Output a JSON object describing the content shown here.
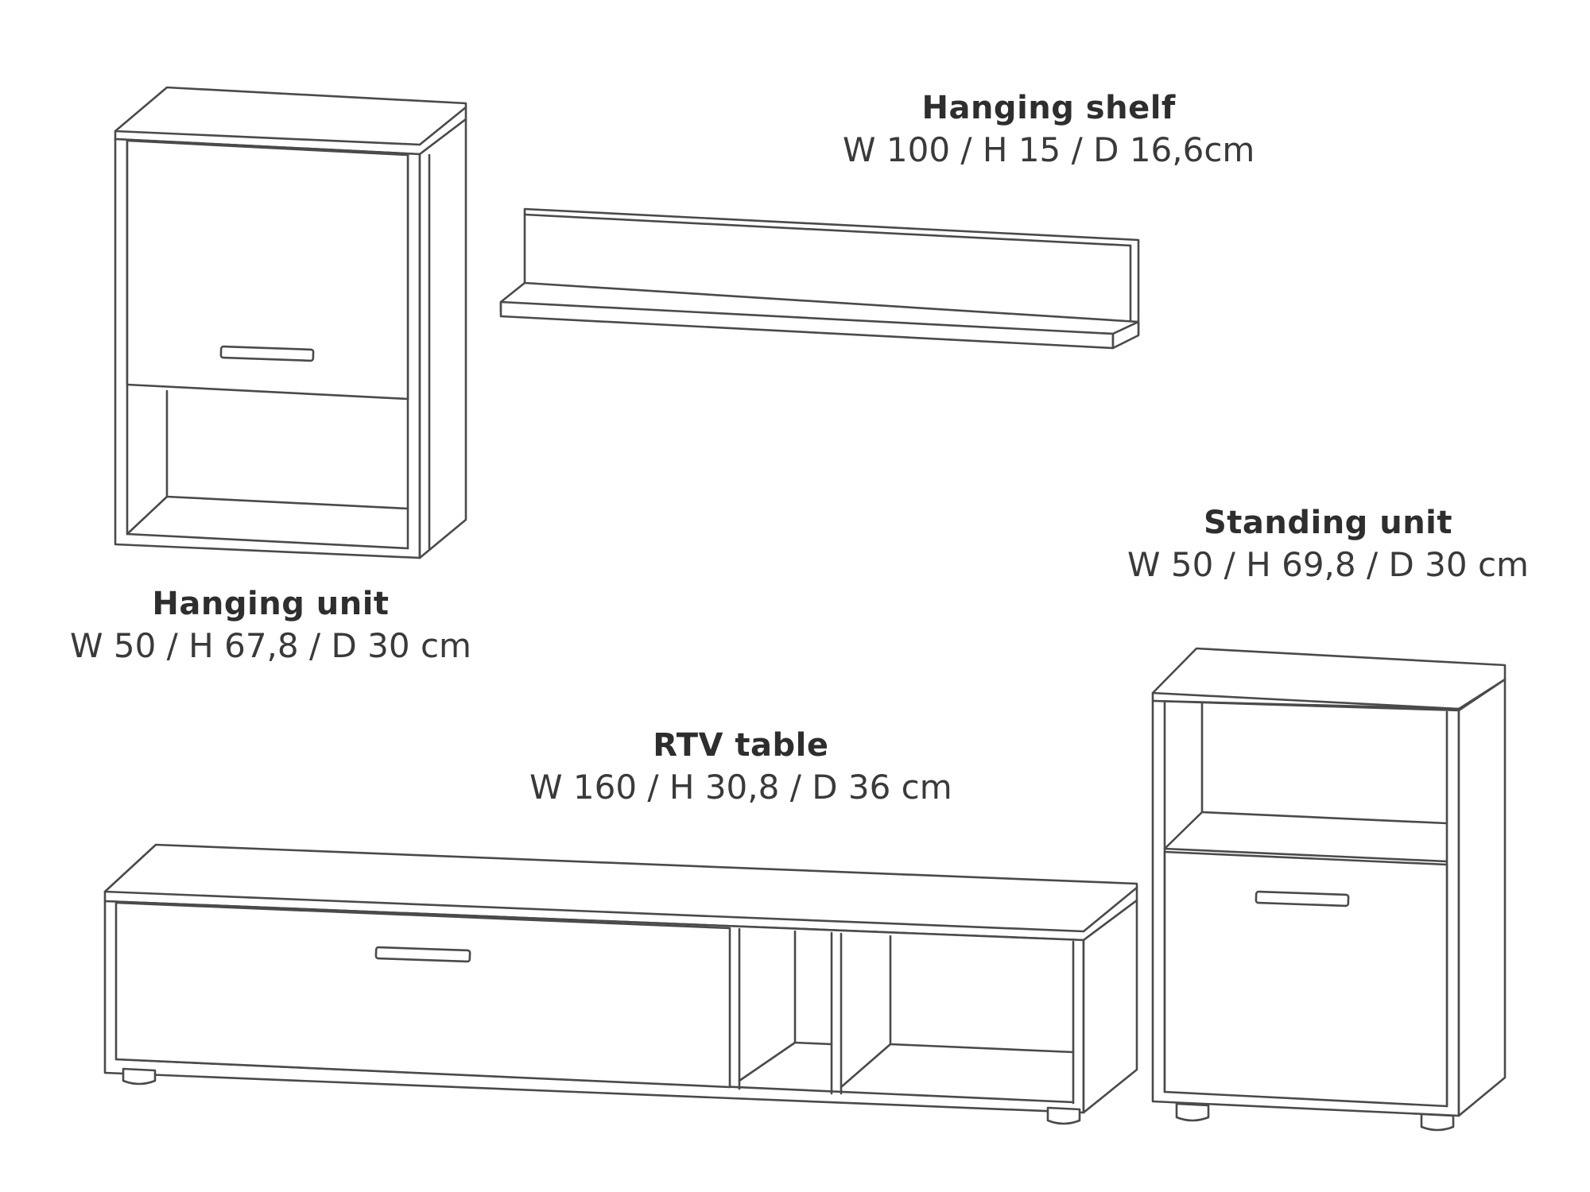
{
  "items": {
    "hanging_shelf": {
      "name": "Hanging shelf",
      "dimensions": "W 100 / H 15 / D 16,6cm"
    },
    "hanging_unit": {
      "name": "Hanging unit",
      "dimensions": "W 50 / H 67,8 / D 30 cm"
    },
    "standing_unit": {
      "name": "Standing unit",
      "dimensions": "W 50 / H 69,8 / D 30 cm"
    },
    "rtv_table": {
      "name": "RTV table",
      "dimensions": "W 160 / H 30,8 / D 36 cm"
    }
  }
}
